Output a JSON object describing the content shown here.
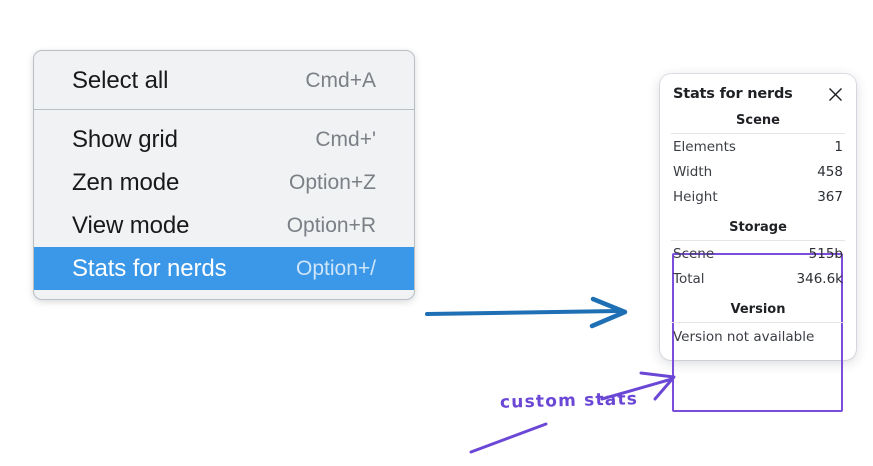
{
  "menu": {
    "groups": [
      {
        "items": [
          {
            "label": "Select all",
            "shortcut": "Cmd+A",
            "selected": false
          }
        ]
      },
      {
        "items": [
          {
            "label": "Show grid",
            "shortcut": "Cmd+'",
            "selected": false
          },
          {
            "label": "Zen mode",
            "shortcut": "Option+Z",
            "selected": false
          },
          {
            "label": "View mode",
            "shortcut": "Option+R",
            "selected": false
          },
          {
            "label": "Stats for nerds",
            "shortcut": "Option+/",
            "selected": true
          }
        ]
      }
    ],
    "highlight_color": "#3b97e8"
  },
  "stats_panel": {
    "title": "Stats for nerds",
    "close_icon": "close-icon",
    "scene": {
      "heading": "Scene",
      "rows": [
        {
          "label": "Elements",
          "value": "1"
        },
        {
          "label": "Width",
          "value": "458"
        },
        {
          "label": "Height",
          "value": "367"
        }
      ]
    },
    "storage": {
      "heading": "Storage",
      "rows": [
        {
          "label": "Scene",
          "value": "515b"
        },
        {
          "label": "Total",
          "value": "346.6k"
        }
      ]
    },
    "version": {
      "heading": "Version",
      "text": "Version not available"
    }
  },
  "annotations": {
    "custom_stats_label": "custom stats",
    "blue_arrow_color": "#1f6fb5",
    "purple_color": "#6b47d6",
    "highlight_box_color": "#7a4ddb"
  }
}
